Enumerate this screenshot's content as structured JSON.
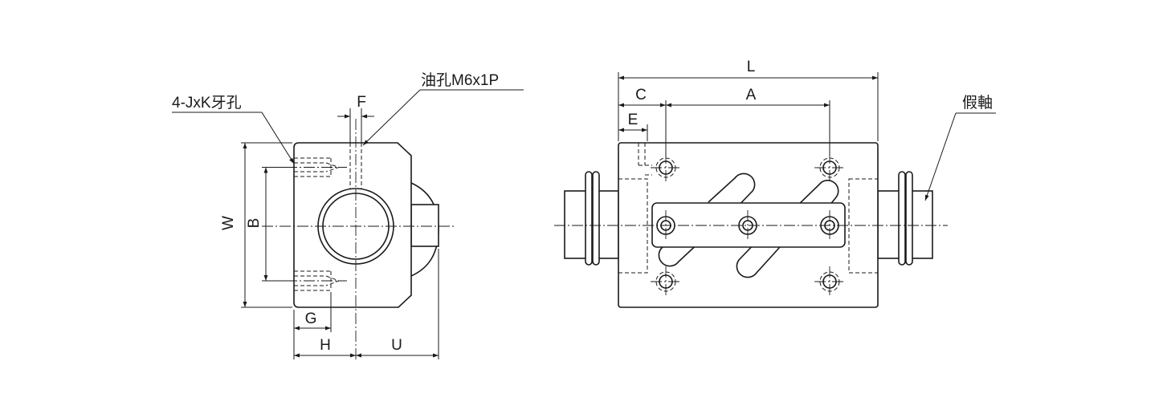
{
  "drawing": {
    "labels": {
      "F": "F",
      "oil_hole": "油孔M6x1P",
      "tap_holes": "4-JxK牙孔",
      "W": "W",
      "B": "B",
      "G": "G",
      "H": "H",
      "U": "U",
      "L": "L",
      "C": "C",
      "A": "A",
      "E": "E",
      "dummy_shaft": "假軸"
    },
    "colors": {
      "line": "#1a1a1a",
      "background": "#ffffff"
    }
  }
}
